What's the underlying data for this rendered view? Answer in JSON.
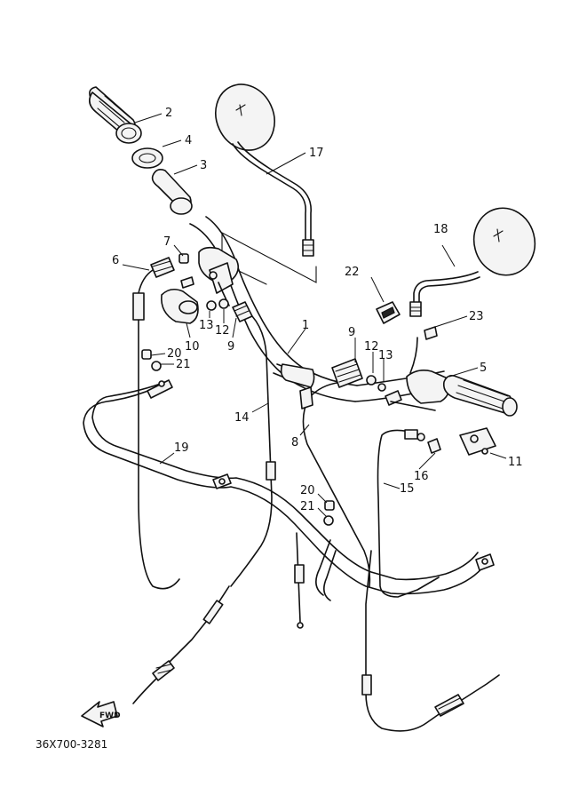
{
  "diagram": {
    "drawing_code": "36X700-3281",
    "direction_label": "FWD",
    "callouts": {
      "c1": "1",
      "c2": "2",
      "c3": "3",
      "c4": "4",
      "c5": "5",
      "c6": "6",
      "c7": "7",
      "c8": "8",
      "c9a": "9",
      "c9b": "9",
      "c10": "10",
      "c11": "11",
      "c12a": "12",
      "c12b": "12",
      "c13a": "13",
      "c13b": "13",
      "c14": "14",
      "c15": "15",
      "c16": "16",
      "c17": "17",
      "c18": "18",
      "c19": "19",
      "c20a": "20",
      "c20b": "20",
      "c21a": "21",
      "c21b": "21",
      "c22": "22",
      "c23": "23"
    }
  }
}
